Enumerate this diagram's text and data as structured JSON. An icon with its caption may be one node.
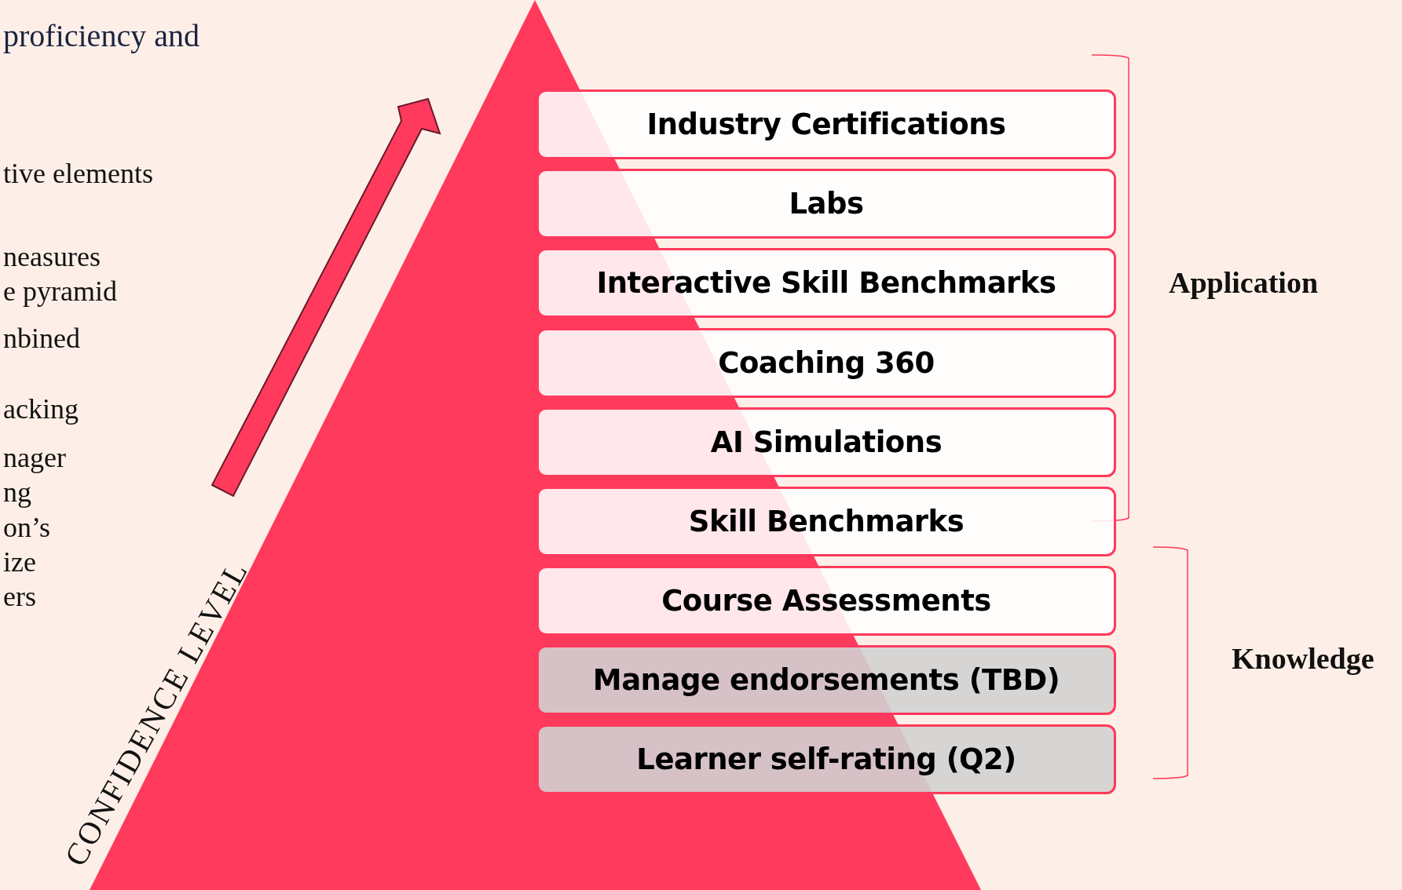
{
  "diagram": {
    "nodes": [
      {
        "text": [
          "Industry Certifications"
        ]
      },
      {
        "text": [
          "Labs"
        ]
      },
      {
        "text": [
          "Interactive Skill Benchmarks"
        ]
      },
      {
        "text": [
          "Coaching 360"
        ]
      },
      {
        "text": [
          "AI Simulations"
        ]
      },
      {
        "text": [
          "Skill Benchmarks"
        ]
      },
      {
        "text": [
          "Course Assessments"
        ]
      },
      {
        "text": [
          "Manage endorsements (TBD)"
        ]
      },
      {
        "text": [
          "Learner self-rating (Q2)"
        ]
      }
    ],
    "labels": [
      "proficiency and",
      "tive elements",
      "neasures",
      "e pyramid",
      "nbined",
      "acking",
      "nager",
      "ng",
      "on’s",
      "ize",
      "ers",
      "CONFIDENCE LEVEL",
      "Application",
      "Knowledge"
    ]
  }
}
